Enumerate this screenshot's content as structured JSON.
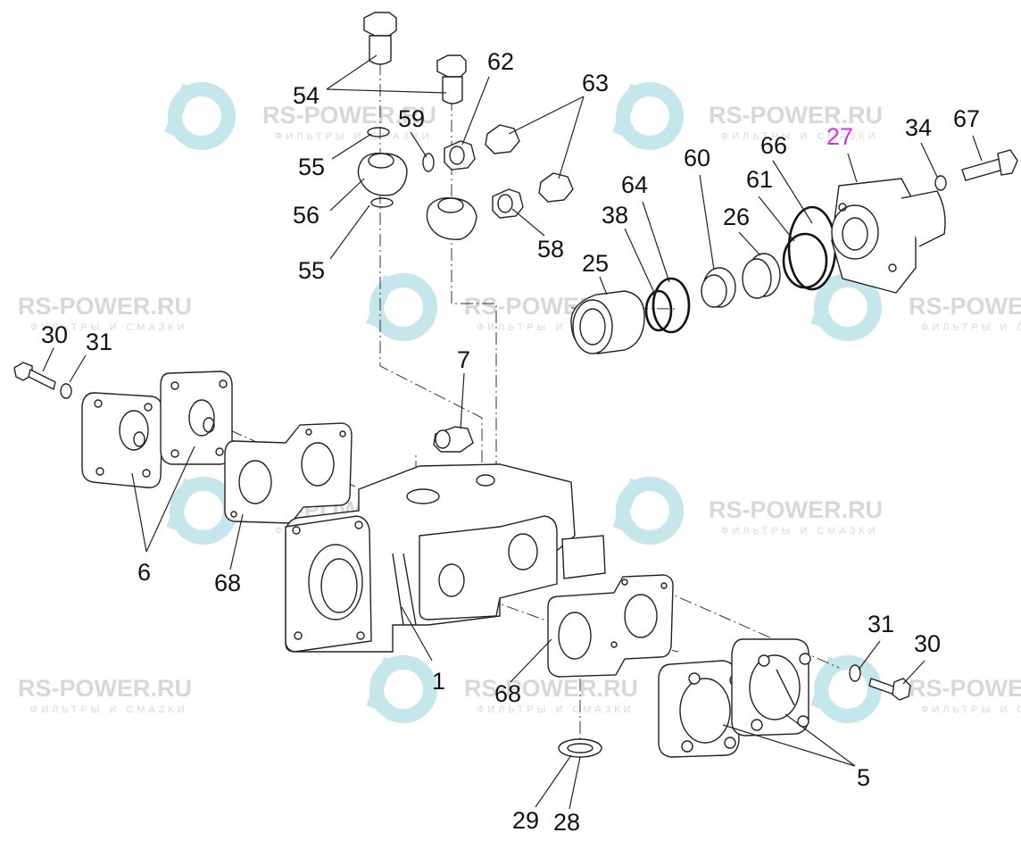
{
  "watermark": {
    "brand": "RS-POWER.RU",
    "tagline": "ФИЛЬТРЫ И СМАЗКИ",
    "logo_color": "#c5e6ea"
  },
  "highlight_color": "#d633d6",
  "labels": {
    "p54": "54",
    "p62": "62",
    "p63": "63",
    "p59": "59",
    "p55a": "55",
    "p56": "56",
    "p58": "58",
    "p55b": "55",
    "p27": "27",
    "p34": "34",
    "p67": "67",
    "p66": "66",
    "p60": "60",
    "p64": "64",
    "p61": "61",
    "p38": "38",
    "p26": "26",
    "p25": "25",
    "p30a": "30",
    "p31a": "31",
    "p7": "7",
    "p6": "6",
    "p68a": "68",
    "p1": "1",
    "p68b": "68",
    "p31b": "31",
    "p30b": "30",
    "p5": "5",
    "p29": "29",
    "p28": "28"
  }
}
